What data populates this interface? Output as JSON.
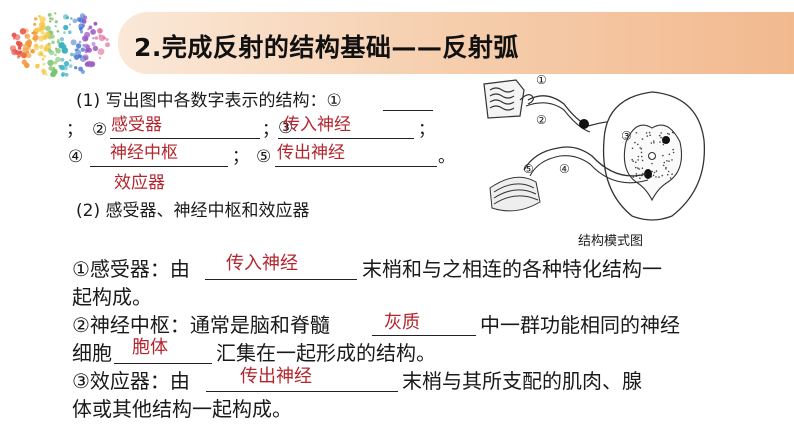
{
  "header": {
    "title": "2.完成反射的结构基础——反射弧"
  },
  "q1": {
    "line1": "(1) 写出图中各数字表示的结构：①",
    "semi_a": "；",
    "n2": "②",
    "a1": "感受器",
    "semi_b": "；",
    "n3": "③",
    "a2": "传入神经",
    "semi_c": "；",
    "n4": "④",
    "a3": "神经中枢",
    "semi_d": "；",
    "n5": "⑤",
    "a4": "传出神经",
    "period": "。",
    "a5": "效应器"
  },
  "q2": {
    "title": "(2) 感受器、神经中枢和效应器"
  },
  "receptor": {
    "prefix": "①感受器：由",
    "answer": "传入神经",
    "suffix": "末梢和与之相连的各种特化结构一",
    "line2": "起构成。"
  },
  "center": {
    "prefix": "②神经中枢：通常是脑和脊髓",
    "answer1": "灰质",
    "mid": "中一群功能相同的神经",
    "line2_prefix": "细胞",
    "answer2": "胞体",
    "line2_suffix": "汇集在一起形成的结构。"
  },
  "effector": {
    "prefix": "③效应器：由",
    "answer": "传出神经",
    "suffix": "末梢与其所支配的肌肉、腺",
    "line2": "体或其他结构一起构成。"
  },
  "diagram": {
    "caption": "结构模式图",
    "labels": [
      "①",
      "②",
      "③",
      "④",
      "⑤"
    ]
  },
  "colors": {
    "answer": "#b3262e",
    "title_bar": "#f6d0b0"
  }
}
